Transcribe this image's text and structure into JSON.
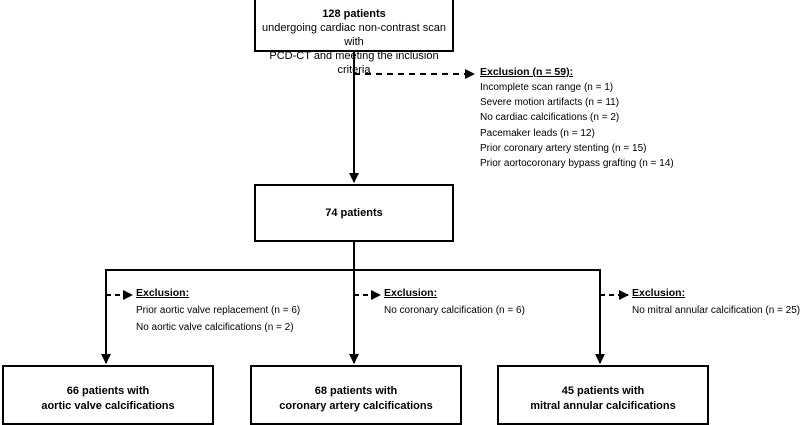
{
  "top_box": {
    "title": "128 patients",
    "line1": "undergoing cardiac non-contrast scan with",
    "line2": "PCD-CT and meeting the inclusion criteria"
  },
  "main_exclusion": {
    "heading": "Exclusion (n = 59):",
    "items": [
      "Incomplete scan range (n = 1)",
      "Severe motion artifacts (n = 11)",
      "No cardiac calcifications (n = 2)",
      "Pacemaker leads (n = 12)",
      "Prior coronary artery stenting (n = 15)",
      "Prior aortocoronary bypass grafting (n = 14)"
    ]
  },
  "middle_box": {
    "title": "74 patients"
  },
  "branches": [
    {
      "exclusion_heading": "Exclusion:",
      "exclusion_items": [
        "Prior aortic valve replacement (n = 6)",
        "No aortic valve calcifications (n = 2)"
      ],
      "result_line1": "66 patients with",
      "result_line2": "aortic valve calcifications"
    },
    {
      "exclusion_heading": "Exclusion:",
      "exclusion_items": [
        "No coronary calcification (n = 6)"
      ],
      "result_line1": "68 patients with",
      "result_line2": "coronary artery calcifications"
    },
    {
      "exclusion_heading": "Exclusion:",
      "exclusion_items": [
        "No mitral annular calcification (n = 25)"
      ],
      "result_line1": "45 patients with",
      "result_line2": "mitral annular calcifications"
    }
  ],
  "colors": {
    "line": "#000000",
    "background": "#ffffff"
  }
}
